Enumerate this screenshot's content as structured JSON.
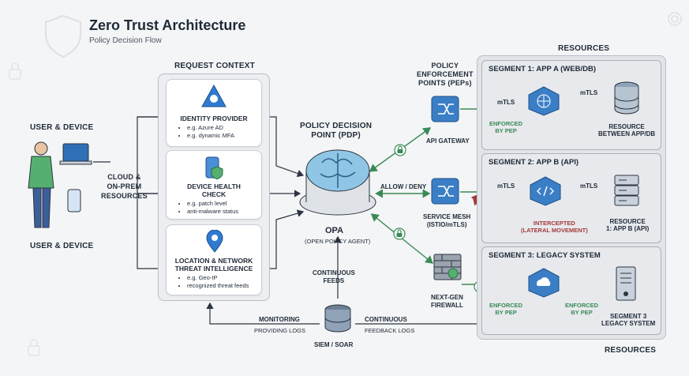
{
  "header": {
    "title": "Zero Trust Architecture",
    "subtitle": "Policy Decision Flow"
  },
  "user": {
    "label_top": "USER & DEVICE",
    "label_bottom": "USER & DEVICE",
    "resources_label": "CLOUD &\nON-PREM\nRESOURCES"
  },
  "context": {
    "title": "REQUEST CONTEXT",
    "cards": [
      {
        "title": "IDENTITY PROVIDER",
        "bullets": [
          "e.g. Azure AD",
          "e.g. dynamic MFA"
        ]
      },
      {
        "title": "DEVICE HEALTH\nCHECK",
        "bullets": [
          "e.g. patch level",
          "anti-malware status"
        ]
      },
      {
        "title": "LOCATION & NETWORK\nTHREAT INTELLIGENCE",
        "bullets": [
          "e.g. Geo-IP",
          "recognized threat feeds"
        ]
      }
    ]
  },
  "pdp": {
    "title": "POLICY DECISION\nPOINT (PDP)",
    "name": "OPA",
    "desc": "(OPEN POLICY AGENT)",
    "allow_deny": "ALLOW / DENY",
    "feeds": "CONTINUOUS\nFEEDS"
  },
  "siem": {
    "label": "SIEM / SOAR",
    "monitoring": "MONITORING",
    "providing": "PROVIDING LOGS",
    "continuous": "CONTINUOUS",
    "feedback": "FEEDBACK LOGS"
  },
  "pep": {
    "title": "POLICY\nENFORCEMENT\nPOINTS (PEPs)",
    "items": [
      {
        "label": "API GATEWAY"
      },
      {
        "label": "SERVICE MESH\n(ISTIO/mTLS)"
      },
      {
        "label": "NEXT-GEN\nFIREWALL"
      }
    ]
  },
  "resources": {
    "top_label": "RESOURCES",
    "bottom_label": "RESOURCES",
    "segments": [
      {
        "title": "SEGMENT 1: APP A (WEB/DB)",
        "mtls1": "mTLS",
        "mtls2": "mTLS",
        "enforced": "ENFORCED\nBY PEP",
        "resource": "RESOURCE\nBETWEEN APP/DB"
      },
      {
        "title": "SEGMENT 2: APP B (API)",
        "mtls1": "mTLS",
        "mtls2": "mTLS",
        "intercepted": "INTERCEPTED\n(LATERAL MOVEMENT)",
        "resource": "RESOURCE\n1: APP B (API)"
      },
      {
        "title": "SEGMENT 3: LEGACY SYSTEM",
        "enforced1": "ENFORCED\nBY PEP",
        "enforced2": "ENFORCED\nBY PEP",
        "resource": "SEGMENT 3\nLEGACY SYSTEM"
      }
    ]
  },
  "colors": {
    "accent": "#3a8a57",
    "danger": "#a3393c",
    "node": "#2f6fb5",
    "line": "#2b3440"
  }
}
